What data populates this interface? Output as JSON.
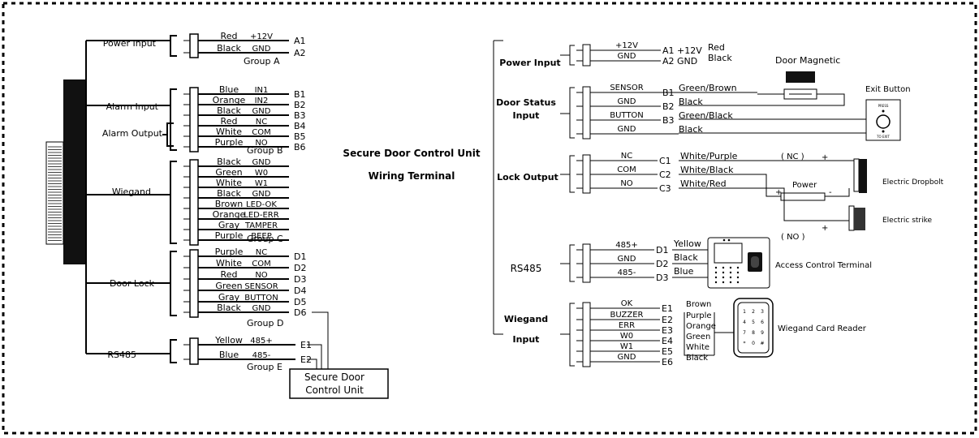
{
  "center": {
    "title1": "Secure Door Control Unit",
    "title2": "Wiring Terminal"
  },
  "left": {
    "power": {
      "label": "Power Input",
      "group": "Group A",
      "wires": [
        {
          "color": "Red",
          "sig": "+12V",
          "term": "A1"
        },
        {
          "color": "Black",
          "sig": "GND",
          "term": "A2"
        }
      ]
    },
    "alarm": {
      "input_label": "Alarm Input",
      "output_label": "Alarm Output",
      "group": "Group B",
      "wires": [
        {
          "color": "Blue",
          "sig": "IN1",
          "term": "B1"
        },
        {
          "color": "Orange",
          "sig": "IN2",
          "term": "B2"
        },
        {
          "color": "Black",
          "sig": "GND",
          "term": "B3"
        },
        {
          "color": "Red",
          "sig": "NC",
          "term": "B4"
        },
        {
          "color": "White",
          "sig": "COM",
          "term": "B5"
        },
        {
          "color": "Purple",
          "sig": "NO",
          "term": "B6"
        }
      ]
    },
    "wiegand": {
      "label": "Wiegand",
      "group": "Group C",
      "wires": [
        {
          "color": "Black",
          "sig": "GND"
        },
        {
          "color": "Green",
          "sig": "W0"
        },
        {
          "color": "White",
          "sig": "W1"
        },
        {
          "color": "Black",
          "sig": "GND"
        },
        {
          "color": "Brown",
          "sig": "LED-OK"
        },
        {
          "color": "Orange",
          "sig": "LED-ERR"
        },
        {
          "color": "Gray",
          "sig": "TAMPER"
        },
        {
          "color": "Purple",
          "sig": "BEEP"
        }
      ]
    },
    "door_lock": {
      "label": "Door Lock",
      "group": "Group D",
      "wires": [
        {
          "color": "Purple",
          "sig": "NC",
          "term": "D1"
        },
        {
          "color": "White",
          "sig": "COM",
          "term": "D2"
        },
        {
          "color": "Red",
          "sig": "NO",
          "term": "D3"
        },
        {
          "color": "Green",
          "sig": "SENSOR",
          "term": "D4"
        },
        {
          "color": "Gray",
          "sig": "BUTTON",
          "term": "D5"
        },
        {
          "color": "Black",
          "sig": "GND",
          "term": "D6"
        }
      ]
    },
    "rs485": {
      "label": "RS485",
      "group": "Group E",
      "wires": [
        {
          "color": "Yellow",
          "sig": "485+",
          "term": "E1"
        },
        {
          "color": "Blue",
          "sig": "485-",
          "term": "E2"
        }
      ]
    },
    "unit_box": {
      "line1": "Secure Door",
      "line2": "Control Unit"
    }
  },
  "right": {
    "power": {
      "label": "Power Input",
      "rows": [
        {
          "sig": "+12V",
          "term": "A1",
          "sig2": "+12V",
          "color": "Red"
        },
        {
          "sig": "GND",
          "term": "A2",
          "sig2": "GND",
          "color": "Black"
        }
      ]
    },
    "door_status": {
      "label1": "Door Status",
      "label2": "Input",
      "rows": [
        {
          "sig": "SENSOR",
          "term": "B1",
          "color": "Green/Brown"
        },
        {
          "sig": "GND",
          "term": "B2",
          "color": "Black"
        },
        {
          "sig": "BUTTON",
          "term": "B3",
          "color": "Green/Black"
        },
        {
          "sig": "GND",
          "term": "",
          "color": "Black"
        }
      ]
    },
    "lock": {
      "label": "Lock Output",
      "rows": [
        {
          "sig": "NC",
          "term": "C1",
          "color": "White/Purple"
        },
        {
          "sig": "COM",
          "term": "C2",
          "color": "White/Black"
        },
        {
          "sig": "NO",
          "term": "C3",
          "color": "White/Red"
        }
      ],
      "nc": "( NC )",
      "no": "( NO )",
      "plus": "+",
      "minus": "-",
      "power": "Power"
    },
    "rs485": {
      "label": "RS485",
      "rows": [
        {
          "sig": "485+",
          "term": "D1",
          "color": "Yellow"
        },
        {
          "sig": "GND",
          "term": "D2",
          "color": "Black"
        },
        {
          "sig": "485-",
          "term": "D3",
          "color": "Blue"
        }
      ]
    },
    "wiegand": {
      "label1": "Wiegand",
      "label2": "Input",
      "rows": [
        {
          "sig": "OK",
          "term": "E1",
          "color": "Brown"
        },
        {
          "sig": "BUZZER",
          "term": "E2",
          "color": "Purple"
        },
        {
          "sig": "ERR",
          "term": "E3",
          "color": "Orange"
        },
        {
          "sig": "W0",
          "term": "E4",
          "color": "Green"
        },
        {
          "sig": "W1",
          "term": "E5",
          "color": "White"
        },
        {
          "sig": "GND",
          "term": "E6",
          "color": "Black"
        }
      ]
    },
    "devices": {
      "door_magnetic": "Door Magnetic",
      "exit_button": "Exit Button",
      "exit_press": "PRESS",
      "exit_to": "TO EXIT",
      "dropbolt": "Electric Dropbolt",
      "strike": "Electric strike",
      "terminal": "Access Control Terminal",
      "card_reader": "Wiegand Card Reader",
      "keys": [
        "1",
        "2",
        "3",
        "4",
        "5",
        "6",
        "7",
        "8",
        "9",
        "*",
        "0",
        "#"
      ]
    }
  }
}
